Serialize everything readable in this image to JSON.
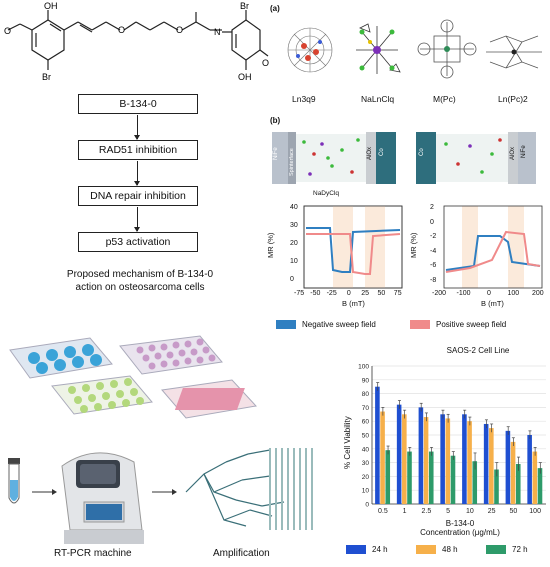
{
  "mechanism": {
    "molecule_labels": [
      "OH",
      "O",
      "Br",
      "O",
      "O",
      "N",
      "Br",
      "OH",
      "O"
    ],
    "steps": [
      "B-134-0",
      "RAD51 inhibition",
      "DNA repair inhibition",
      "p53 activation"
    ],
    "caption_line1": "Proposed mechanism of B-134-0",
    "caption_line2": "action on osteosarcoma cells"
  },
  "panel_a": {
    "tag": "(a)",
    "molecules": [
      "Ln3q9",
      "NaLnClq",
      "M(Pc)",
      "Ln(Pc)2"
    ]
  },
  "panel_b": {
    "tag": "(b)",
    "device_left_layers": [
      "NiFe",
      "Spinterface",
      "NaDyClq",
      "AlOx",
      "Co"
    ],
    "device_right_layers": [
      "Co",
      "AlOx",
      "NiFe"
    ],
    "left_plot": {
      "ylabel": "MR (%)",
      "xlabel": "B (mT)",
      "xticks": [
        "-75",
        "-50",
        "-25",
        "0",
        "25",
        "50",
        "75"
      ],
      "yticks": [
        "40",
        "30",
        "20",
        "10",
        "0"
      ]
    },
    "right_plot": {
      "ylabel": "MR (%)",
      "xlabel": "B (mT)",
      "xticks": [
        "-200",
        "-100",
        "0",
        "100",
        "200"
      ],
      "yticks": [
        "2",
        "0",
        "-2",
        "-4",
        "-6",
        "-8"
      ]
    },
    "legend": [
      {
        "label": "Negative sweep field",
        "color": "#2f7fc1"
      },
      {
        "label": "Positive sweep field",
        "color": "#f08a8a"
      }
    ]
  },
  "pcr": {
    "machine_label": "RT-PCR machine",
    "amplification_label": "Amplification"
  },
  "chart_data": {
    "type": "bar",
    "title": "SAOS-2 Cell Line",
    "ylabel": "% Cell Viability",
    "xlabel_line1": "B-134-0",
    "xlabel_line2": "Concentration (μg/mL)",
    "ylim": [
      0,
      100
    ],
    "yticks": [
      "0",
      "10",
      "20",
      "30",
      "40",
      "50",
      "60",
      "70",
      "80",
      "90",
      "100"
    ],
    "categories": [
      "0.5",
      "1",
      "2.5",
      "5",
      "10",
      "25",
      "50",
      "100"
    ],
    "series": [
      {
        "name": "24 h",
        "color": "#1f4fd1",
        "values": [
          85,
          72,
          70,
          65,
          65,
          58,
          53,
          50
        ]
      },
      {
        "name": "48 h",
        "color": "#f6b04a",
        "values": [
          67,
          65,
          63,
          62,
          60,
          55,
          45,
          38
        ]
      },
      {
        "name": "72 h",
        "color": "#2e9b6a",
        "values": [
          39,
          38,
          38,
          35,
          31,
          25,
          29,
          26
        ]
      }
    ],
    "errors": [
      [
        3,
        3,
        3,
        3,
        3,
        3,
        3,
        3
      ],
      [
        3,
        3,
        3,
        3,
        3,
        3,
        3,
        3
      ],
      [
        3,
        3,
        3,
        3,
        6,
        5,
        5,
        4
      ]
    ],
    "legend_position": "bottom"
  }
}
